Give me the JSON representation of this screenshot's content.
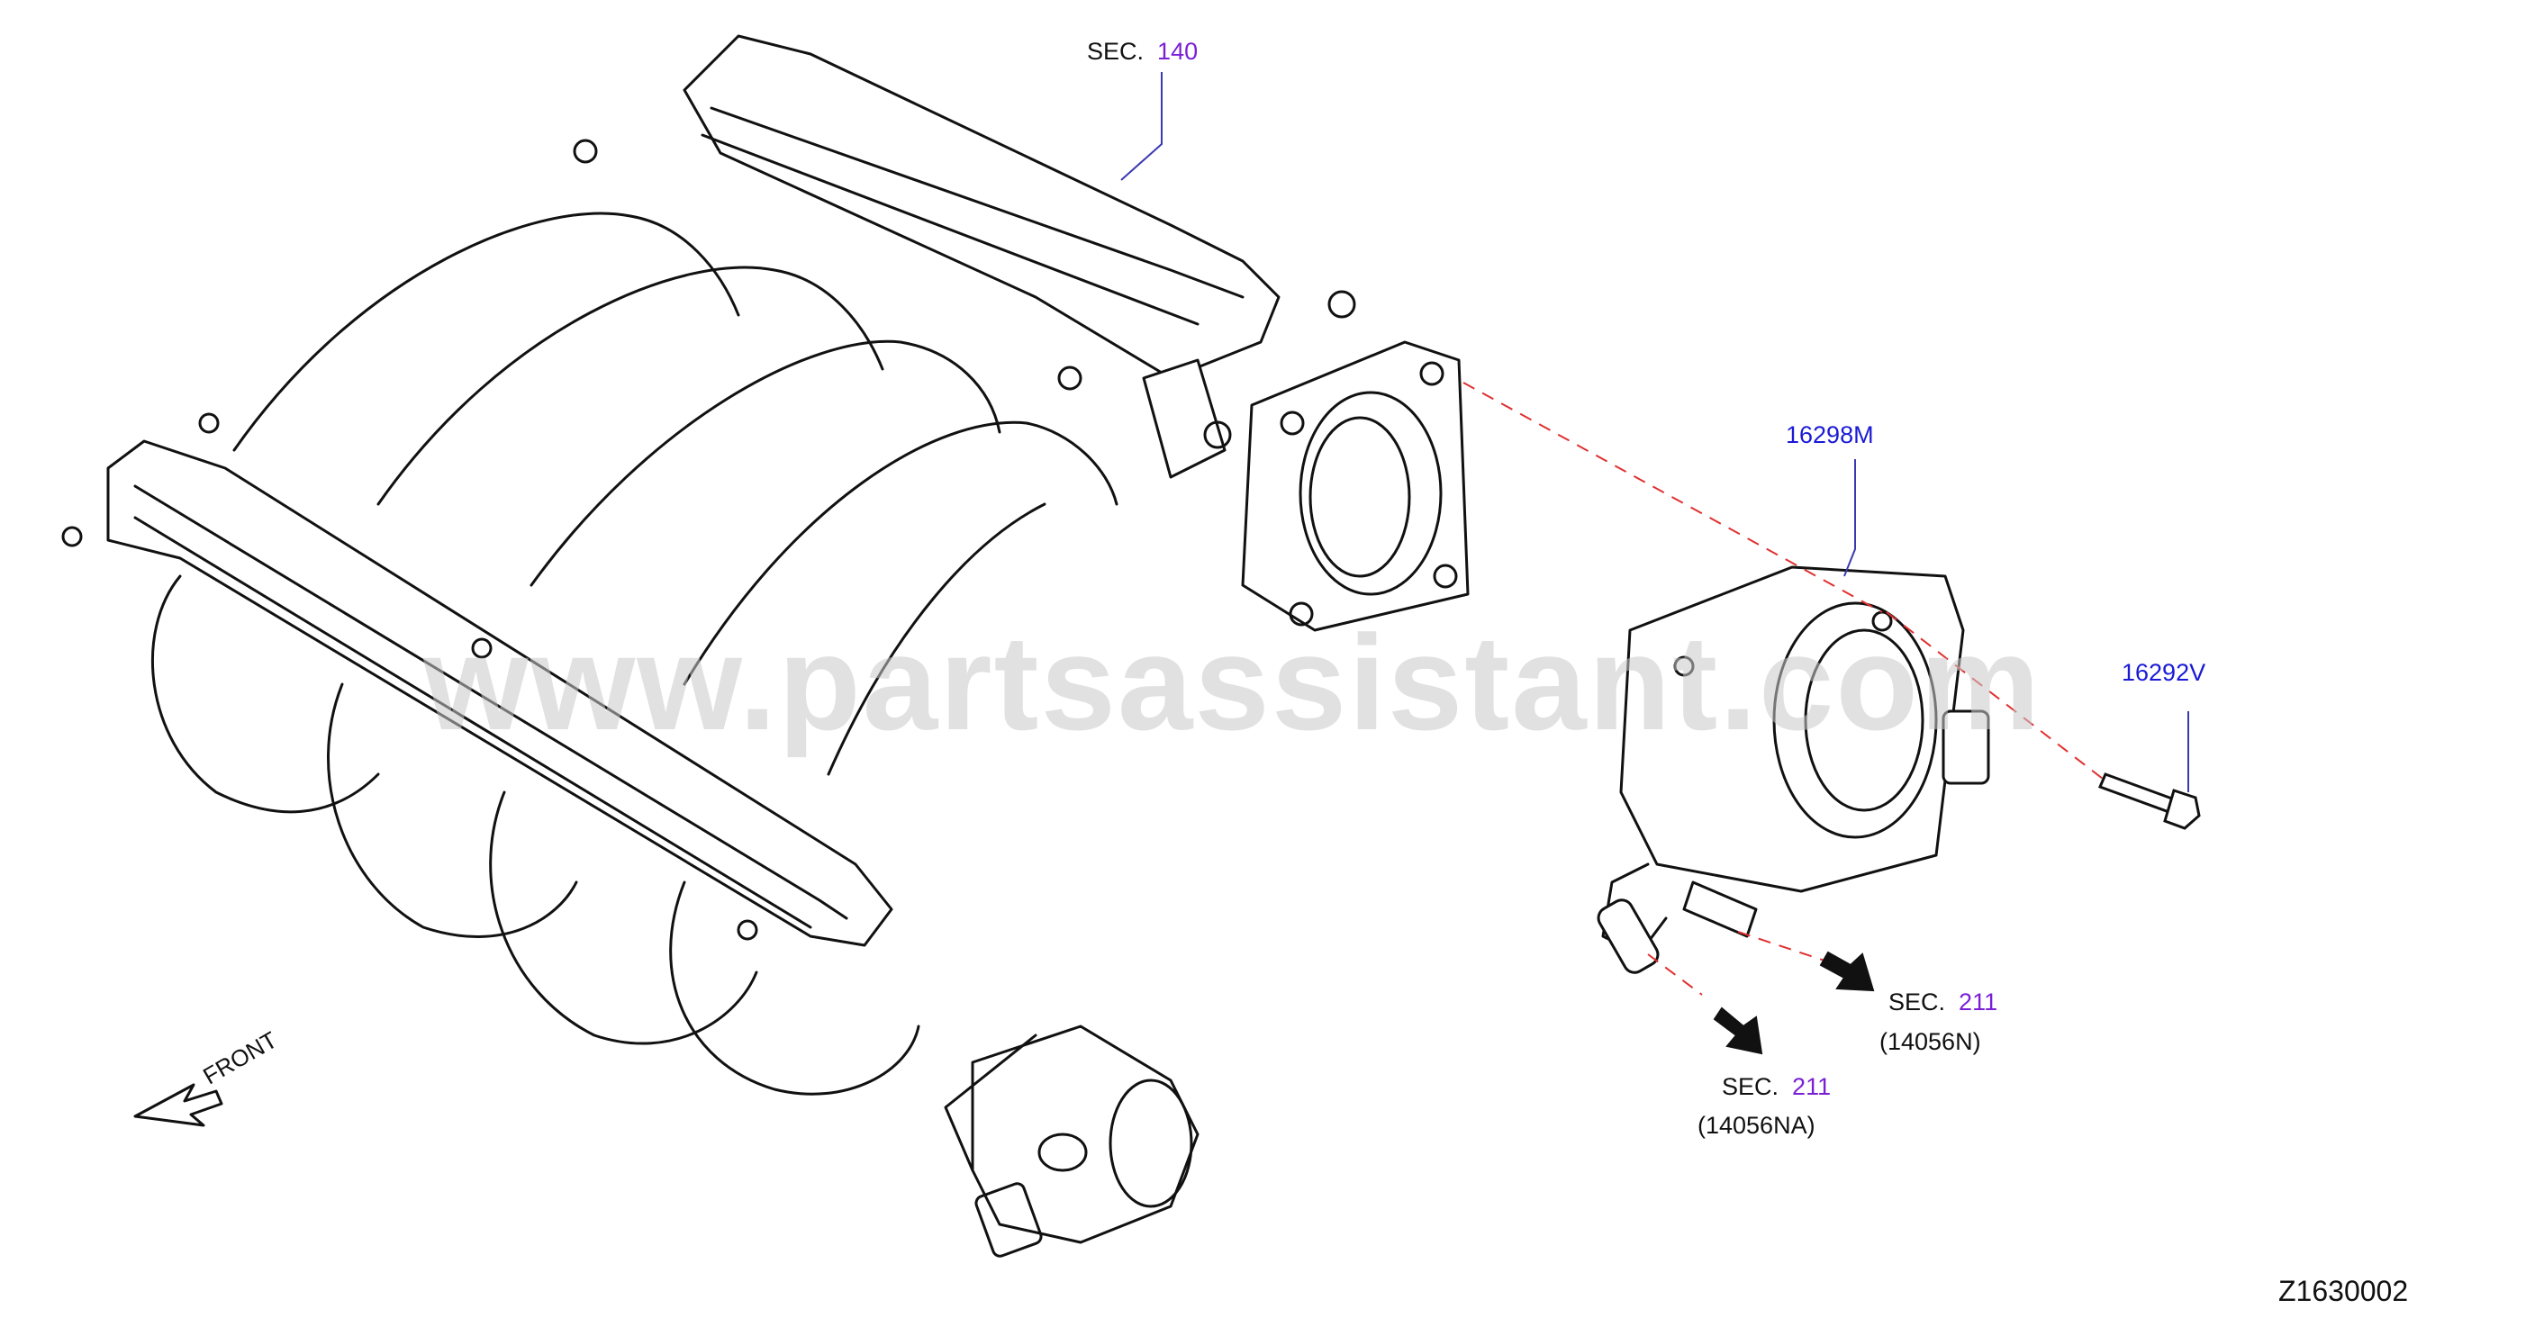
{
  "callouts": {
    "sec140": {
      "prefix": "SEC.",
      "number": "140"
    },
    "part_16298M": "16298M",
    "part_16292V": "16292V",
    "sec211_a": {
      "prefix": "SEC.",
      "number": "211",
      "sub": "(14056N)"
    },
    "sec211_b": {
      "prefix": "SEC.",
      "number": "211",
      "sub": "(14056NA)"
    }
  },
  "front_label": "FRONT",
  "watermark": "www.partsassistant.com",
  "diagram_id": "Z1630002",
  "colors": {
    "section_number": "#7a1fd6",
    "part_number": "#1a1ad6",
    "leader_line": "#3a3ab0",
    "dashed_guide": "#e03030",
    "line_art": "#111111"
  }
}
